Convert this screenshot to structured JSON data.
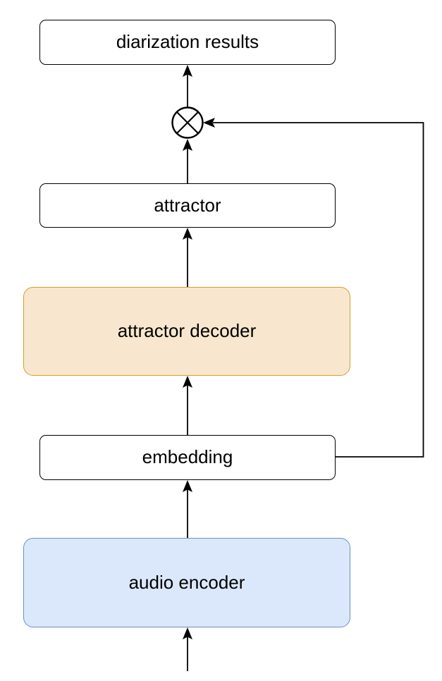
{
  "diagram": {
    "type": "flowchart",
    "direction": "bottom-to-top",
    "nodes": {
      "diarization_results": {
        "label": "diarization results",
        "fill": "#ffffff",
        "stroke": "#000000"
      },
      "multiply": {
        "icon": "circled-times-icon",
        "glyph": "⊗"
      },
      "attractor": {
        "label": "attractor",
        "fill": "#ffffff",
        "stroke": "#000000"
      },
      "attractor_decoder": {
        "label": "attractor decoder",
        "fill": "#f8e7ce",
        "stroke": "#d2a02a"
      },
      "embedding": {
        "label": "embedding",
        "fill": "#ffffff",
        "stroke": "#000000"
      },
      "audio_encoder": {
        "label": "audio encoder",
        "fill": "#dbe8fb",
        "stroke": "#6c8ebf"
      }
    },
    "edges": [
      {
        "from": "input",
        "to": "audio_encoder",
        "arrow": "up"
      },
      {
        "from": "audio_encoder",
        "to": "embedding",
        "arrow": "up"
      },
      {
        "from": "embedding",
        "to": "attractor_decoder",
        "arrow": "up"
      },
      {
        "from": "attractor_decoder",
        "to": "attractor",
        "arrow": "up"
      },
      {
        "from": "attractor",
        "to": "multiply",
        "arrow": "up"
      },
      {
        "from": "multiply",
        "to": "diarization_results",
        "arrow": "up"
      },
      {
        "from": "embedding",
        "to": "multiply",
        "arrow": "left",
        "route": "right-side-feedback"
      }
    ],
    "colors": {
      "background": "#ffffff",
      "line": "#000000",
      "text": "#000000"
    }
  }
}
